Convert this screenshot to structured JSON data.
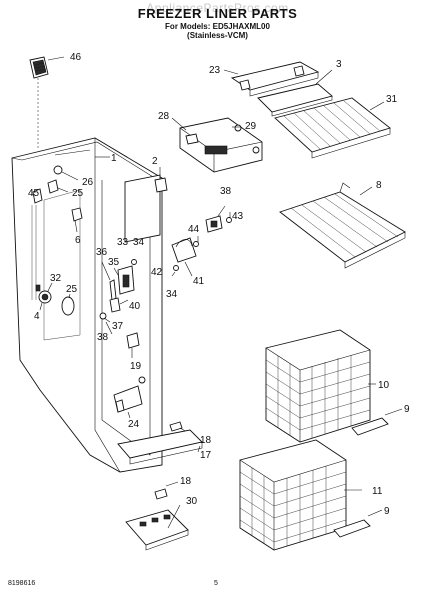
{
  "header": {
    "watermark": "AppliancePartsPros.com",
    "title": "FREEZER LINER PARTS",
    "models_line": "For Models: ED5JHAXML00",
    "variant_line": "(Stainless-VCM)"
  },
  "footer": {
    "doc_number": "8198616",
    "page_number": "5"
  },
  "callouts": [
    {
      "id": "c46",
      "label": "46"
    },
    {
      "id": "c23",
      "label": "23"
    },
    {
      "id": "c3",
      "label": "3"
    },
    {
      "id": "c31",
      "label": "31"
    },
    {
      "id": "c28",
      "label": "28"
    },
    {
      "id": "c29",
      "label": "29"
    },
    {
      "id": "c1",
      "label": "1"
    },
    {
      "id": "c2",
      "label": "2"
    },
    {
      "id": "c26",
      "label": "26"
    },
    {
      "id": "c25a",
      "label": "25"
    },
    {
      "id": "c45",
      "label": "45"
    },
    {
      "id": "c6",
      "label": "6"
    },
    {
      "id": "c8",
      "label": "8"
    },
    {
      "id": "c38a",
      "label": "38"
    },
    {
      "id": "c43",
      "label": "43"
    },
    {
      "id": "c44",
      "label": "44"
    },
    {
      "id": "c36",
      "label": "36"
    },
    {
      "id": "c33",
      "label": "33"
    },
    {
      "id": "c34a",
      "label": "34"
    },
    {
      "id": "c35",
      "label": "35"
    },
    {
      "id": "c42",
      "label": "42"
    },
    {
      "id": "c41",
      "label": "41"
    },
    {
      "id": "c34b",
      "label": "34"
    },
    {
      "id": "c32",
      "label": "32"
    },
    {
      "id": "c25b",
      "label": "25"
    },
    {
      "id": "c4",
      "label": "4"
    },
    {
      "id": "c40",
      "label": "40"
    },
    {
      "id": "c37",
      "label": "37"
    },
    {
      "id": "c38b",
      "label": "38"
    },
    {
      "id": "c19",
      "label": "19"
    },
    {
      "id": "c10",
      "label": "10"
    },
    {
      "id": "c9a",
      "label": "9"
    },
    {
      "id": "c24",
      "label": "24"
    },
    {
      "id": "c18a",
      "label": "18"
    },
    {
      "id": "c17",
      "label": "17"
    },
    {
      "id": "c18b",
      "label": "18"
    },
    {
      "id": "c11",
      "label": "11"
    },
    {
      "id": "c30",
      "label": "30"
    },
    {
      "id": "c9b",
      "label": "9"
    }
  ]
}
